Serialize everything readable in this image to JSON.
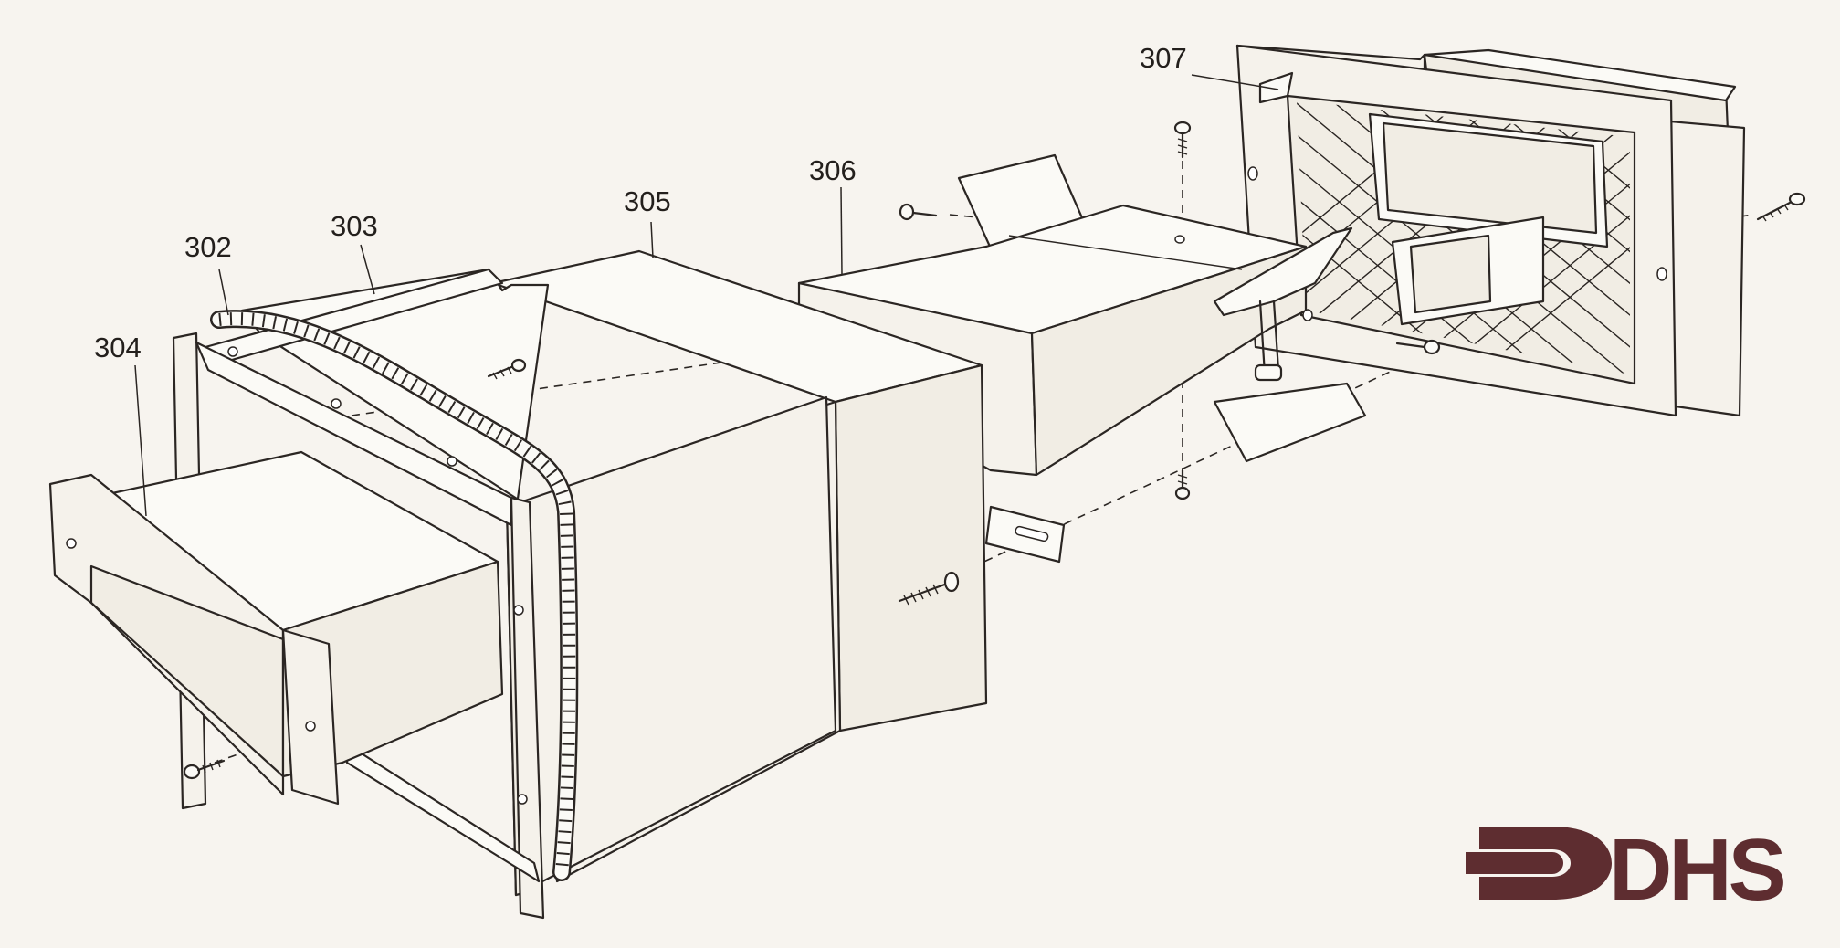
{
  "parts": [
    {
      "id": "part-302",
      "label": "302"
    },
    {
      "id": "part-303",
      "label": "303"
    },
    {
      "id": "part-304",
      "label": "304"
    },
    {
      "id": "part-305",
      "label": "305"
    },
    {
      "id": "part-306",
      "label": "306"
    },
    {
      "id": "part-307",
      "label": "307"
    }
  ],
  "logo": {
    "text": "DHS",
    "color": "#5e2d30"
  }
}
